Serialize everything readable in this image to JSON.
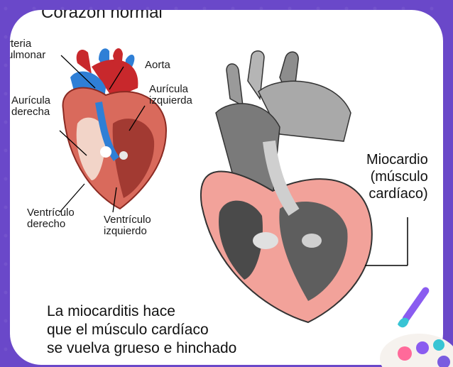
{
  "title": "Corazón normal",
  "labels": {
    "arteria_pulmonar_1": "rteria",
    "arteria_pulmonar_2": "ulmonar",
    "aorta": "Aorta",
    "auricula_izquierda_1": "Aurícula",
    "auricula_izquierda_2": "izquierda",
    "auricula_derecha_1": "Aurícula",
    "auricula_derecha_2": "derecha",
    "ventriculo_derecho_1": "Ventrículo",
    "ventriculo_derecho_2": "derecho",
    "ventriculo_izquierdo_1": "Ventrículo",
    "ventriculo_izquierdo_2": "izquierdo",
    "miocardio_1": "Miocardio",
    "miocardio_2": "(músculo",
    "miocardio_3": "cardíaco)"
  },
  "caption": {
    "line1": "La miocarditis hace",
    "line2": "que el músculo cardíaco",
    "line3": "se vuelva grueso e hinchado"
  },
  "colors": {
    "frame": "#6a48c9",
    "artery_red": "#c8282c",
    "vein_blue": "#2f7fd6",
    "myocardium_pink": "#f2a29a"
  },
  "icons": [
    "paint-palette-icon",
    "paintbrush-icon"
  ]
}
